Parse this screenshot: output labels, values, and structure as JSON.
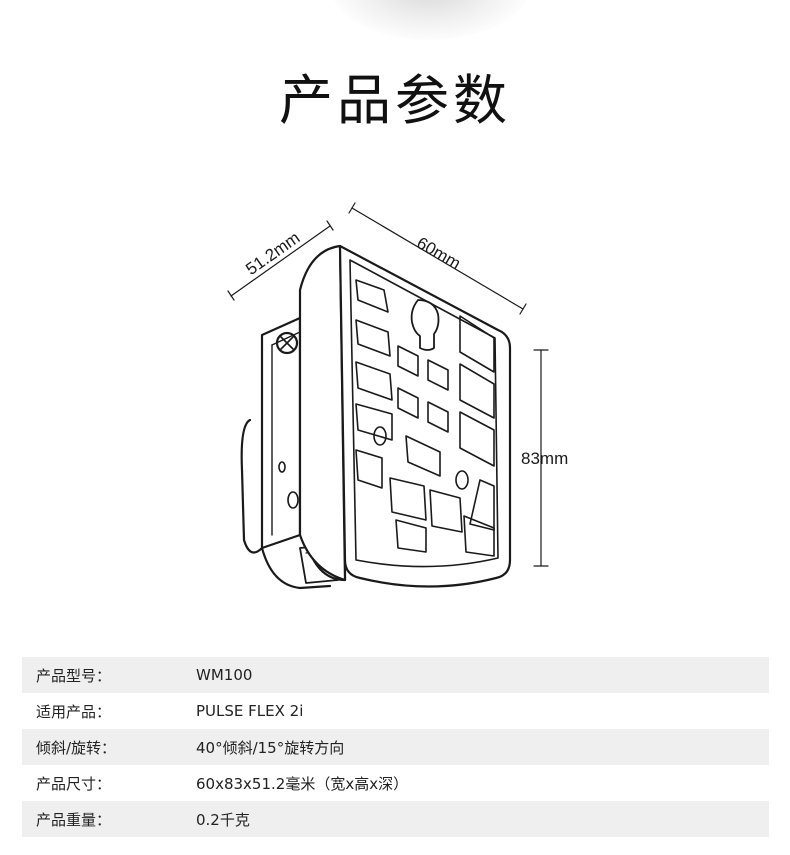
{
  "page": {
    "title": "产品参数"
  },
  "figure": {
    "dim_depth": "51.2mm",
    "dim_width": "60mm",
    "dim_height": "83mm"
  },
  "specs": [
    {
      "label": "产品型号：",
      "value": "WM100"
    },
    {
      "label": "适用产品：",
      "value": "PULSE FLEX 2i"
    },
    {
      "label": "倾斜/旋转：",
      "value": "40°倾斜/15°旋转方向"
    },
    {
      "label": "产品尺寸：",
      "value": "60x83x51.2毫米（宽x高x深）"
    },
    {
      "label": "产品重量：",
      "value": "0.2千克"
    }
  ],
  "colors": {
    "row_shade": "#efefef",
    "line": "#1a1a1a"
  }
}
